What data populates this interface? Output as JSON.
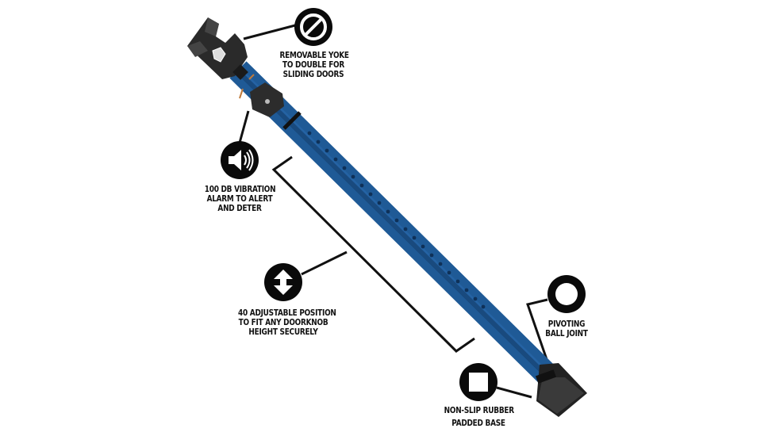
{
  "product": {
    "name": "Door security bar",
    "bar_color": "#1f5a96",
    "bar_dark_color": "#123a66",
    "hardware_color": "#2b2b2b"
  },
  "callouts": [
    {
      "id": "yoke",
      "icon": "no-sign-icon",
      "lines": [
        "REMOVABLE YOKE",
        "TO DOUBLE FOR",
        "SLIDING DOORS"
      ]
    },
    {
      "id": "alarm",
      "icon": "speaker-icon",
      "lines": [
        "100 db VIBRATION",
        "ALARM TO ALERT",
        "AND DETER"
      ]
    },
    {
      "id": "adjust",
      "icon": "up-down-arrow-icon",
      "lines": [
        "40 ADJUSTABLE POSITION",
        "TO FIT ANY DOORKNOB",
        "HEIGHT SECURELY"
      ]
    },
    {
      "id": "pivot",
      "icon": "ring-icon",
      "lines": [
        "PIVOTING",
        "BALL JOINT"
      ]
    },
    {
      "id": "base",
      "icon": "square-icon",
      "lines": [
        "NON-SLIP RUBBER",
        "PADDED BASE"
      ]
    }
  ]
}
